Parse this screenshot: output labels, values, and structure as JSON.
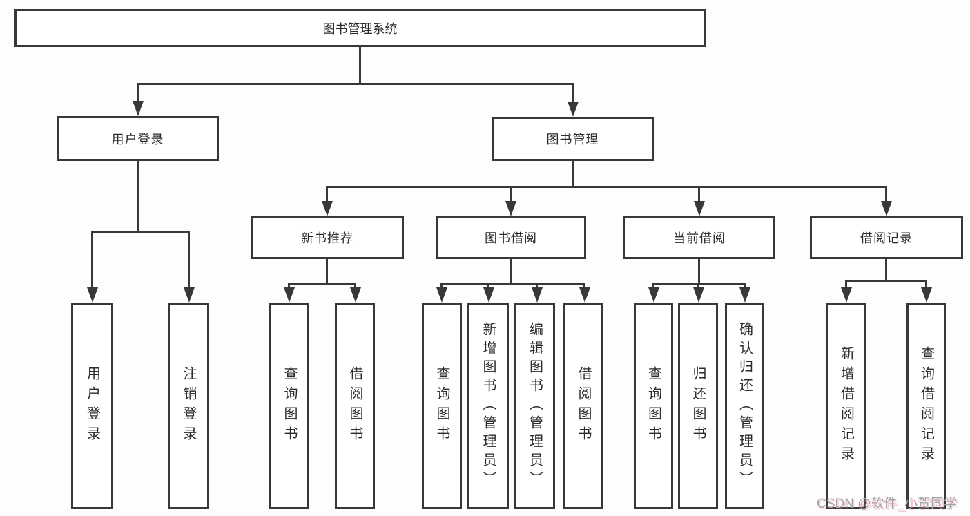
{
  "diagram": {
    "nodes": {
      "root": "图书管理系统",
      "user_login": "用户登录",
      "book_mgmt": "图书管理",
      "new_books": "新书推荐",
      "book_borrow": "图书借阅",
      "current_borrow": "当前借阅",
      "borrow_record": "借阅记录",
      "leaves": {
        "user_login": [
          "用户登录",
          "注销登录"
        ],
        "new_books": [
          "查询图书",
          "借阅图书"
        ],
        "book_borrow": [
          "查询图书",
          "新增图书（管理员）",
          "编辑图书（管理员）",
          "借阅图书"
        ],
        "current_borrow": [
          "查询图书",
          "归还图书",
          "确认归还（管理员）"
        ],
        "borrow_record": [
          "新增借阅记录",
          "查询借阅记录"
        ]
      }
    },
    "colors": {
      "line": "#383838",
      "text": "#2b2b2b",
      "background": "#fdfdfd"
    }
  },
  "watermark": "CSDN @软件_小贺同学"
}
